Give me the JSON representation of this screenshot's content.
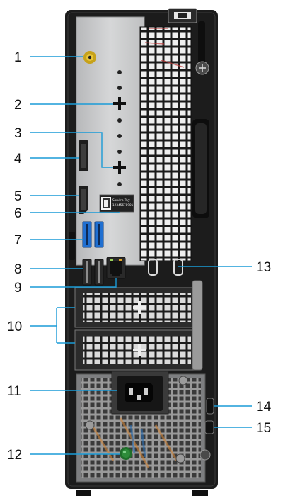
{
  "figure": {
    "service_tag": {
      "line1": "Service Tag:",
      "line2": "12345678901"
    },
    "callouts": [
      {
        "number": "1"
      },
      {
        "number": "2"
      },
      {
        "number": "3"
      },
      {
        "number": "4"
      },
      {
        "number": "5"
      },
      {
        "number": "6"
      },
      {
        "number": "7"
      },
      {
        "number": "8"
      },
      {
        "number": "9"
      },
      {
        "number": "10"
      },
      {
        "number": "11"
      },
      {
        "number": "12"
      },
      {
        "number": "13"
      },
      {
        "number": "14"
      },
      {
        "number": "15"
      }
    ],
    "colors": {
      "callout_line": "#1a9bd7",
      "chassis": "#1c1c1c",
      "panel": "#c9cacb",
      "usb3_blue": "#1f6fd1",
      "ground_green": "#2e8b3a"
    }
  }
}
